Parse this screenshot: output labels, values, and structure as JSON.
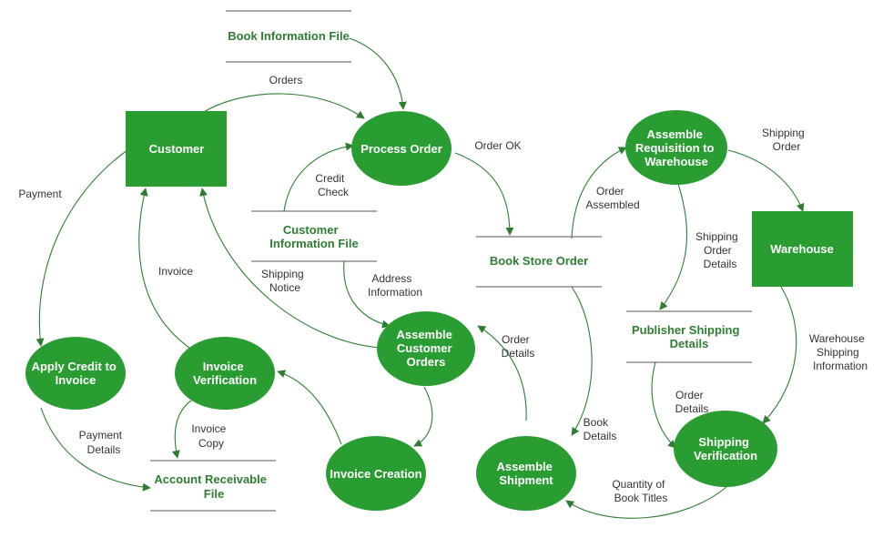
{
  "colors": {
    "node_fill": "#2a9d32",
    "edge": "#2e7d32",
    "store_text": "#2e7d32",
    "label": "#333333"
  },
  "entities": {
    "customer": [
      "Customer"
    ],
    "warehouse": [
      "Warehouse"
    ]
  },
  "processes": {
    "process_order": [
      "Process Order"
    ],
    "assemble_requisition": [
      "Assemble",
      "Requisition to",
      "Warehouse"
    ],
    "assemble_customer_orders": [
      "Assemble",
      "Customer",
      "Orders"
    ],
    "apply_credit": [
      "Apply Credit to",
      "Invoice"
    ],
    "invoice_verification": [
      "Invoice",
      "Verification"
    ],
    "invoice_creation": [
      "Invoice Creation"
    ],
    "assemble_shipment": [
      "Assemble",
      "Shipment"
    ],
    "shipping_verification": [
      "Shipping",
      "Verification"
    ]
  },
  "stores": {
    "book_information_file": [
      "Book Information File"
    ],
    "customer_information_file": [
      "Customer",
      "Information File"
    ],
    "book_store_order": [
      "Book Store Order"
    ],
    "publisher_shipping_details": [
      "Publisher Shipping",
      "Details"
    ],
    "account_receivable_file": [
      "Account Receivable",
      "File"
    ]
  },
  "flows": {
    "orders": [
      "Orders"
    ],
    "order_ok": [
      "Order OK"
    ],
    "credit_check": [
      "Credit",
      "Check"
    ],
    "shipping_order": [
      "Shipping",
      "Order"
    ],
    "order_assembled": [
      "Order",
      "Assembled"
    ],
    "payment": [
      "Payment"
    ],
    "invoice": [
      "Invoice"
    ],
    "shipping_notice": [
      "Shipping",
      "Notice"
    ],
    "address_information": [
      "Address",
      "Information"
    ],
    "shipping_order_details": [
      "Shipping",
      "Order",
      "Details"
    ],
    "warehouse_shipping_information": [
      "Warehouse",
      "Shipping",
      "Information"
    ],
    "order_details_left": [
      "Order",
      "Details"
    ],
    "order_details_right": [
      "Order",
      "Details"
    ],
    "book_details": [
      "Book",
      "Details"
    ],
    "invoice_copy": [
      "Invoice",
      "Copy"
    ],
    "payment_details": [
      "Payment",
      "Details"
    ],
    "quantity_of_book_titles": [
      "Quantity of",
      "Book Titles"
    ]
  }
}
